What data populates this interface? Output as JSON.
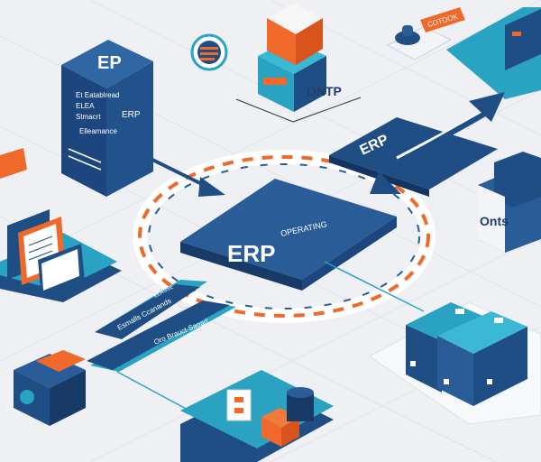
{
  "server": {
    "top_label": "EP",
    "lines": [
      "Et Eatablread",
      "ELEA",
      "Stmacrt",
      "Elleamance"
    ],
    "side_label": "ERP"
  },
  "center_card": {
    "title": "ERP",
    "subtitle": "OPERATING"
  },
  "arrow_card": {
    "title": "ERP"
  },
  "top_box": {
    "label": "ONTP"
  },
  "right_cube": {
    "label": "Onts"
  },
  "top_tag": {
    "label": "COTOOK"
  },
  "banners": {
    "small": "ELASSE",
    "upper": "Esmalls Ccanands",
    "lower": "Oro Brauct Saoad"
  },
  "colors": {
    "navy": "#1f4e85",
    "dark_navy": "#173a66",
    "teal": "#2aa3c2",
    "orange": "#f0682a",
    "background": "#eef0f4"
  }
}
